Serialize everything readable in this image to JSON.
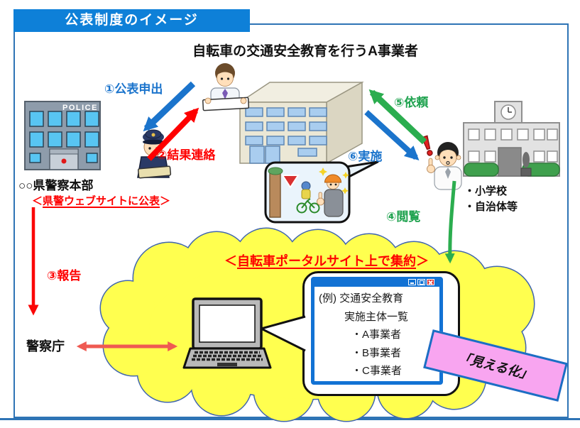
{
  "frame": {
    "title": "公表制度のイメージ"
  },
  "header": {
    "subject": "自転車の交通安全教育を行うA事業者"
  },
  "police": {
    "sign": "POLICE",
    "hq_label": "○○県警察本部",
    "publish_prefix": "＜",
    "publish_body": "県警ウェブサイトに公表",
    "publish_suffix": "＞"
  },
  "agency": {
    "npa_label": "警察庁"
  },
  "flows": {
    "apply": "①公表申出",
    "result": "②結果連絡",
    "report": "③報告",
    "view": "④閲覧",
    "request": "⑤依頼",
    "implement": "⑥実施"
  },
  "requesters": {
    "items": [
      "・小学校",
      "・自治体等"
    ]
  },
  "portal": {
    "heading_prefix": "＜",
    "heading_body": "自転車ポータルサイト上で集約",
    "heading_suffix": "＞",
    "browser_lines": [
      "(例) 交通安全教育",
      "実施主体一覧",
      "・A事業者",
      "・B事業者",
      "・C事業者"
    ]
  },
  "banner": {
    "label": "「見える化」"
  },
  "colors": {
    "accent_blue": "#1b74cc",
    "flow_red": "#fe0000",
    "flow_green": "#1ea24e",
    "cloud_yellow": "#ffff4f",
    "cloud_outline": "#4166ae",
    "banner_pink": "#f8a5f0",
    "title_bar_bg": "#0e80d8",
    "frame_border": "#2e74b5"
  }
}
